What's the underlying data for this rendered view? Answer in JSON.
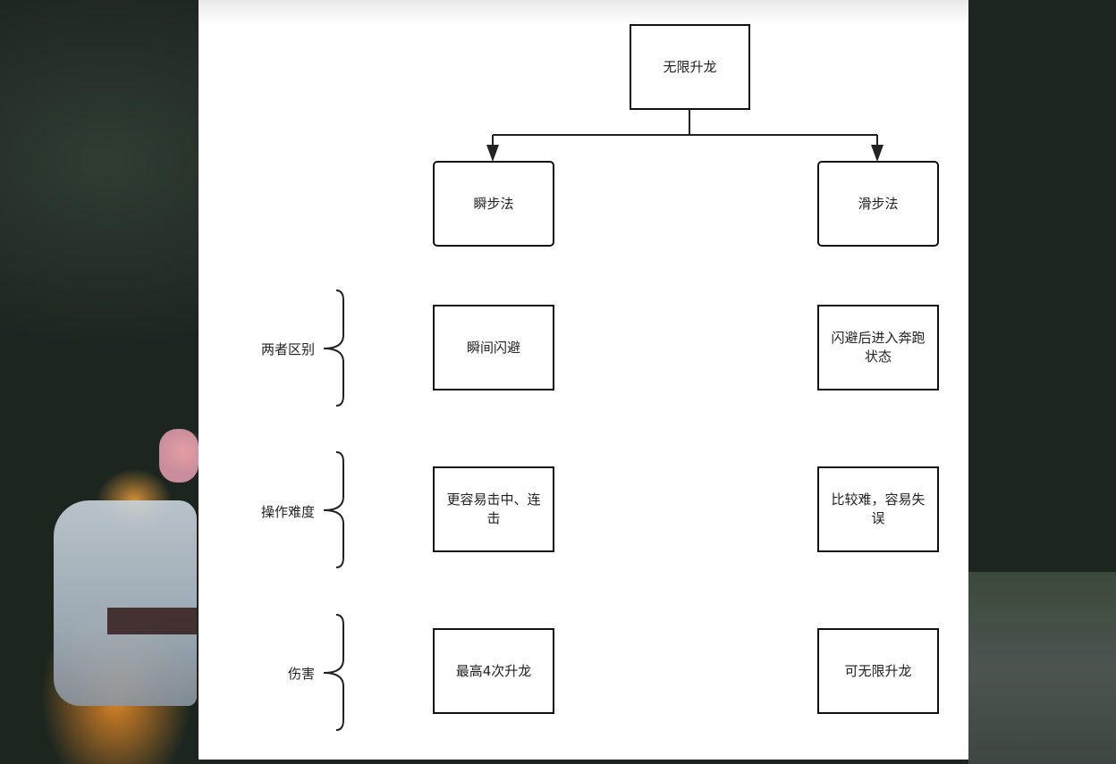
{
  "diagram": {
    "root": "无限升龙",
    "left_method": "瞬步法",
    "right_method": "滑步法",
    "rows": [
      {
        "label": "两者区别",
        "left": "瞬间闪避",
        "right": "闪避后进入奔跑状态"
      },
      {
        "label": "操作难度",
        "left": "更容易击中、连击",
        "right": "比较难，容易失误"
      },
      {
        "label": "伤害",
        "left": "最高4次升龙",
        "right": "可无限升龙"
      }
    ]
  }
}
